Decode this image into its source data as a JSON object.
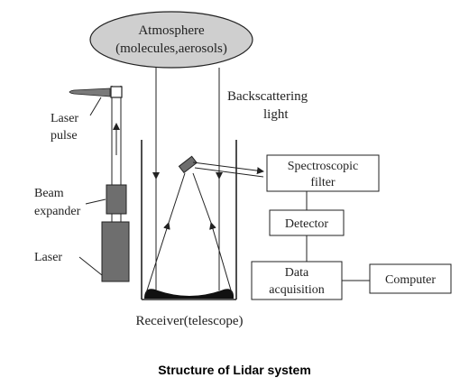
{
  "atmosphere": {
    "line1": "Atmosphere",
    "line2": "(molecules,aerosols)"
  },
  "labels": {
    "backscattering_line1": "Backscattering",
    "backscattering_line2": "light",
    "laser_pulse_line1": "Laser",
    "laser_pulse_line2": "pulse",
    "beam_expander_line1": "Beam",
    "beam_expander_line2": "expander",
    "laser": "Laser",
    "receiver": "Receiver(telescope)"
  },
  "boxes": {
    "spectroscopic_line1": "Spectroscopic",
    "spectroscopic_line2": "filter",
    "detector": "Detector",
    "data_acq_line1": "Data",
    "data_acq_line2": "acquisition",
    "computer": "Computer"
  },
  "caption": "Structure of Lidar system",
  "colors": {
    "ellipse_fill": "#cfcfcf",
    "box_fill": "#6e6e6e",
    "line": "#222222"
  }
}
